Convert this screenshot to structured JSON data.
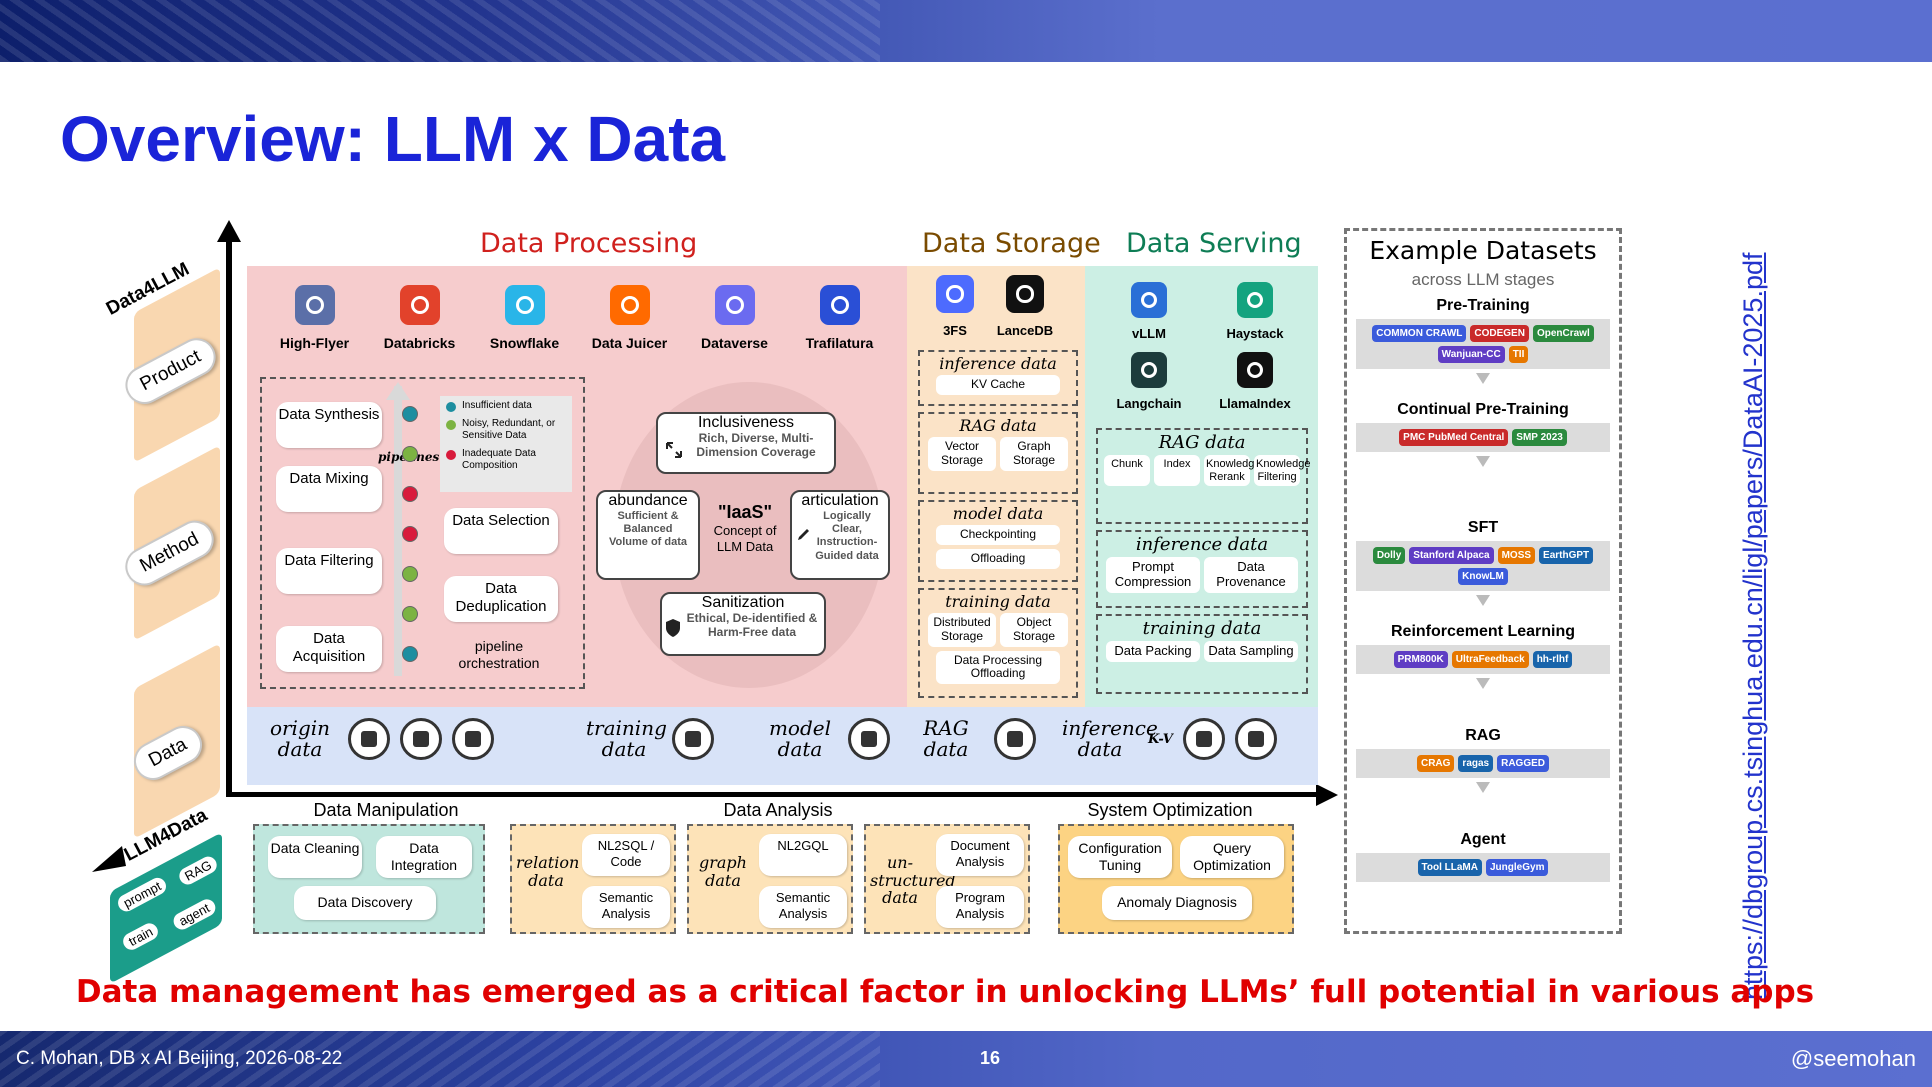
{
  "slide": {
    "title": "Overview: LLM x Data",
    "conclusion": "Data management has emerged as a critical factor in unlocking LLMs’ full potential in various apps",
    "url": "https://dbgroup.cs.tsinghua.edu.cn/ligl/papers/DataAI-2025.pdf",
    "footer_left": "C. Mohan, DB x AI Beijing, 2026-08-22",
    "page_number": "16",
    "footer_right": "@seemohan"
  },
  "side": {
    "data4llm": "Data4LLM",
    "llm4data": "LLM4Data",
    "product": "Product",
    "method": "Method",
    "data": "Data",
    "mini_tags": [
      "prompt",
      "RAG",
      "train",
      "agent"
    ]
  },
  "sections": {
    "processing": "Data Processing",
    "storage": "Data Storage",
    "serving": "Data Serving"
  },
  "processing_products": [
    {
      "label": "High-Flyer",
      "icon": "hexagon-logo-icon",
      "color": "#5b6fa8"
    },
    {
      "label": "Databricks",
      "icon": "stack-logo-icon",
      "color": "#e2422b"
    },
    {
      "label": "Snowflake",
      "icon": "snowflake-icon",
      "color": "#29b5e8"
    },
    {
      "label": "Data Juicer",
      "icon": "juicer-logo-icon",
      "color": "#ff6a00"
    },
    {
      "label": "Dataverse",
      "icon": "dataverse-logo-icon",
      "color": "#6b6bf0"
    },
    {
      "label": "Trafilatura",
      "icon": "trafilatura-logo-icon",
      "color": "#2a4fd6"
    }
  ],
  "storage_products": [
    {
      "label": "3FS",
      "icon": "whale-logo-icon",
      "color": "#4d6bfe"
    },
    {
      "label": "LanceDB",
      "icon": "lancedb-logo-icon",
      "color": "#111111"
    }
  ],
  "serving_products": [
    {
      "label": "vLLM",
      "icon": "vllm-logo-icon",
      "color": "#2a6fd6"
    },
    {
      "label": "Haystack",
      "icon": "haystack-logo-icon",
      "color": "#14a37f"
    },
    {
      "label": "Langchain",
      "icon": "langchain-logo-icon",
      "color": "#1c3c3c"
    },
    {
      "label": "LlamaIndex",
      "icon": "llamaindex-logo-icon",
      "color": "#111111"
    }
  ],
  "methods": {
    "left_ops": [
      "Data Synthesis",
      "Data Mixing",
      "Data Filtering",
      "Data Acquisition"
    ],
    "right_ops": [
      "Data Selection",
      "Data Deduplication"
    ],
    "pipelines": "pipelines",
    "pipeline_orchestration": "pipeline orchestration",
    "legend": [
      {
        "text": "Insufficient data",
        "color": "#1c8ea0"
      },
      {
        "text": "Noisy, Redundant, or Sensitive Data",
        "color": "#7cb342"
      },
      {
        "text": "Inadequate Data Composition",
        "color": "#d81b3c"
      }
    ],
    "pipeline_dots": [
      "#1c8ea0",
      "#7cb342",
      "#d81b3c",
      "#d81b3c",
      "#7cb342",
      "#7cb342",
      "#1c8ea0"
    ],
    "iaas": {
      "center_title": "\"IaaS\"",
      "center_sub": "Concept of LLM Data",
      "inclusiveness": {
        "title": "Inclusiveness",
        "desc": "Rich, Diverse, Multi-Dimension Coverage"
      },
      "abundance": {
        "title": "abundance",
        "desc": "Sufficient & Balanced Volume of data"
      },
      "articulation": {
        "title": "articulation",
        "desc": "Logically Clear, Instruction-Guided data"
      },
      "sanitization": {
        "title": "Sanitization",
        "desc": "Ethical, De-identified & Harm-Free data"
      }
    }
  },
  "storage_groups": [
    {
      "title": "inference data",
      "items": [
        "KV Cache"
      ]
    },
    {
      "title": "RAG data",
      "items": [
        "Vector Storage",
        "Graph Storage"
      ]
    },
    {
      "title": "model data",
      "items": [
        "Checkpointing",
        "Offloading"
      ]
    },
    {
      "title": "training data",
      "items": [
        "Distributed Storage",
        "Object Storage",
        "Data Processing Offloading"
      ]
    }
  ],
  "serving_groups": [
    {
      "title": "RAG data",
      "items": [
        "Chunk",
        "Index",
        "Knowledge Rerank",
        "Knowledge Filtering"
      ]
    },
    {
      "title": "inference data",
      "items": [
        "Prompt Compression",
        "Data Provenance"
      ]
    },
    {
      "title": "training data",
      "items": [
        "Data Packing",
        "Data Sampling"
      ]
    }
  ],
  "data_sources": [
    {
      "label": "origin data",
      "icons": [
        "github-icon",
        "google-icon",
        "wikipedia-icon"
      ]
    },
    {
      "label": "training data",
      "icons": [
        "dataset-icon"
      ]
    },
    {
      "label": "model data",
      "icons": [
        "model-chart-icon"
      ]
    },
    {
      "label": "RAG data",
      "icons": [
        "document-icon"
      ]
    },
    {
      "label": "inference data",
      "icons": [
        "kv-graph-icon",
        "file-lock-icon"
      ],
      "kv": "K-V"
    }
  ],
  "llm4data": {
    "manipulation": {
      "title": "Data Manipulation",
      "items": [
        "Data Cleaning",
        "Data Integration",
        "Data Discovery"
      ]
    },
    "analysis": {
      "title": "Data Analysis",
      "groups": [
        {
          "label": "relation data",
          "items": [
            "NL2SQL / Code",
            "Semantic Analysis"
          ]
        },
        {
          "label": "graph data",
          "items": [
            "NL2GQL",
            "Semantic Analysis"
          ]
        },
        {
          "label": "un-structured data",
          "items": [
            "Document Analysis",
            "Program Analysis"
          ]
        }
      ]
    },
    "optimization": {
      "title": "System Optimization",
      "items": [
        "Configuration Tuning",
        "Query Optimization",
        "Anomaly Diagnosis"
      ]
    }
  },
  "datasets": {
    "title": "Example Datasets",
    "subtitle": "across LLM stages",
    "stages": [
      {
        "name": "Pre-Training",
        "logos": [
          "COMMON CRAWL",
          "CODEGEN",
          "OpenCrawl",
          "Wanjuan-CC",
          "TII"
        ]
      },
      {
        "name": "Continual Pre-Training",
        "logos": [
          "PMC PubMed Central",
          "SMP 2023"
        ]
      },
      {
        "name": "SFT",
        "logos": [
          "Dolly",
          "Stanford Alpaca",
          "MOSS",
          "EarthGPT",
          "KnowLM"
        ]
      },
      {
        "name": "Reinforcement Learning",
        "logos": [
          "PRM800K",
          "UltraFeedback",
          "hh-rlhf"
        ]
      },
      {
        "name": "RAG",
        "logos": [
          "CRAG",
          "ragas",
          "RAGGED"
        ]
      },
      {
        "name": "Agent",
        "logos": [
          "Tool LLaMA",
          "JungleGym"
        ]
      }
    ]
  }
}
